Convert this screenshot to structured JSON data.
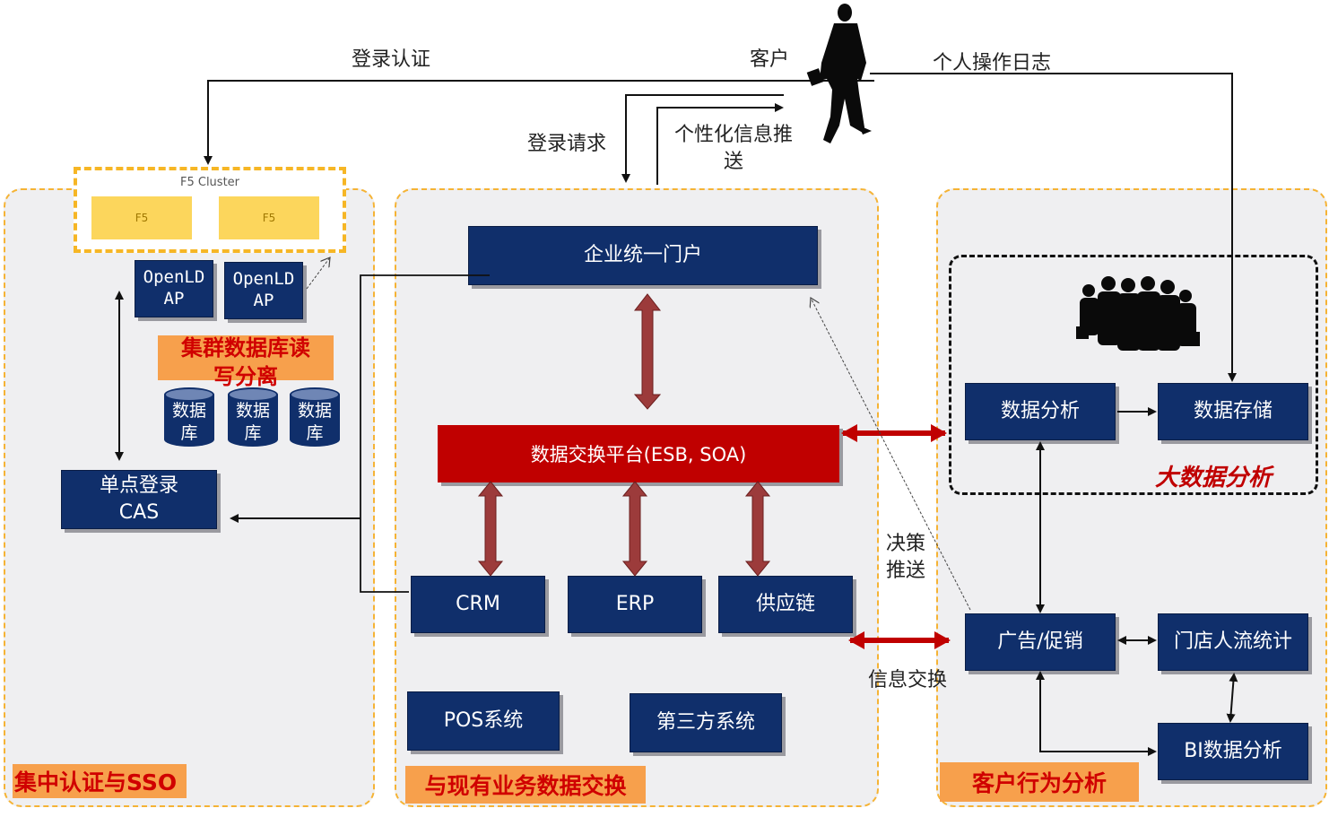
{
  "top": {
    "login_auth": "登录认证",
    "customer": "客户",
    "personal_log": "个人操作日志",
    "login_request": "登录请求",
    "push_info": "个性化信息推\n送"
  },
  "left_panel": {
    "title": "集中认证与SSO",
    "f5_cluster": "F5 Cluster",
    "f5_a": "F5",
    "f5_b": "F5",
    "openldap_a": "OpenLD\nAP",
    "openldap_b": "OpenLD\nAP",
    "cluster_note": "集群数据库读\n写分离",
    "db_items": [
      "数据\n库",
      "数据\n库",
      "数据\n库"
    ],
    "sso": "单点登录\nCAS"
  },
  "middle_panel": {
    "title": "与现有业务数据交换",
    "portal": "企业统一门户",
    "exchange": "数据交换平台(ESB, SOA)",
    "crm": "CRM",
    "erp": "ERP",
    "supply": "供应链",
    "pos": "POS系统",
    "third": "第三方系统"
  },
  "right_panel": {
    "title": "客户行为分析",
    "bigdata": "大数据分析",
    "analysis": "数据分析",
    "storage": "数据存储",
    "promo": "广告/促销",
    "traffic": "门店人流统计",
    "bi": "BI数据分析"
  },
  "between": {
    "decision": "决策\n推送",
    "info_exchange": "信息交换"
  },
  "colors": {
    "navy": "#102f6b",
    "red": "#c00000",
    "orange_label": "#f7a04c",
    "dashed_border": "#f5b335",
    "panel_bg": "#efeff1",
    "arrow_red": "#9c3b3b"
  }
}
